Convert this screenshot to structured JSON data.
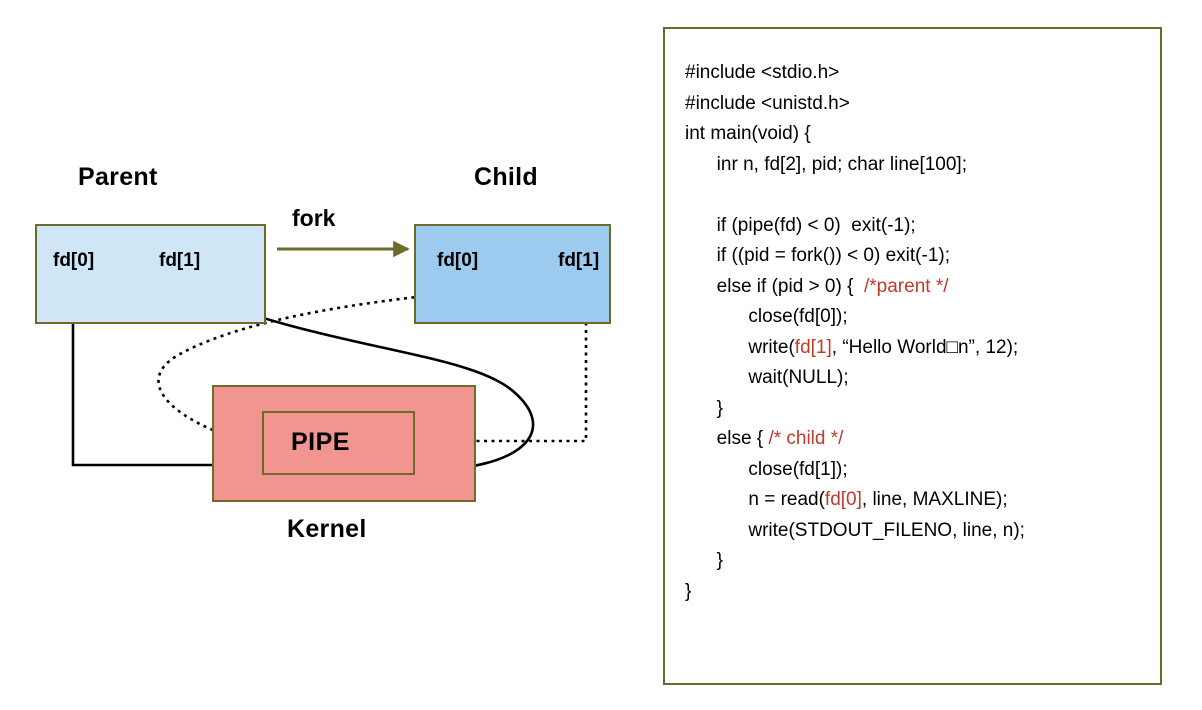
{
  "diagram": {
    "parent": {
      "title": "Parent",
      "fd0": "fd[0]",
      "fd1": "fd[1]",
      "fill": "#cfe6f7",
      "stroke": "#6e6b28"
    },
    "child": {
      "title": "Child",
      "fd0": "fd[0]",
      "fd1": "fd[1]",
      "fill": "#9dcbf0",
      "stroke": "#6e6b28"
    },
    "fork_label": "fork",
    "fork_arrow_color": "#6e6b28",
    "kernel": {
      "title": "Kernel",
      "fill": "#f2948f",
      "stroke": "#6e6b28"
    },
    "pipe": {
      "label": "PIPE",
      "fill": "#f2948f",
      "stroke": "#6e6b28"
    },
    "arrows": [
      {
        "name": "pipe-to-parent-fd0",
        "style": "solid",
        "color": "#000000"
      },
      {
        "name": "parent-fd1-to-pipe",
        "style": "solid",
        "color": "#000000"
      },
      {
        "name": "pipe-to-child-fd0",
        "style": "dotted",
        "color": "#000000"
      },
      {
        "name": "child-fd1-to-pipe",
        "style": "dotted",
        "color": "#000000"
      }
    ]
  },
  "code": {
    "border_color": "#6e6b28",
    "comment_color": "#c0392b",
    "text_color": "#000000",
    "lines": [
      [
        {
          "t": "#include <stdio.h>"
        }
      ],
      [
        {
          "t": "#include <unistd.h>"
        }
      ],
      [
        {
          "t": "int main(void) {"
        }
      ],
      [
        {
          "t": "      inr n, fd[2], pid; char line[100];"
        }
      ],
      [
        {
          "t": ""
        }
      ],
      [
        {
          "t": "      if (pipe(fd) < 0)  exit(-1);"
        }
      ],
      [
        {
          "t": "      if ((pid = fork()) < 0) exit(-1);"
        }
      ],
      [
        {
          "t": "      else if (pid > 0) {  "
        },
        {
          "t": "/*parent */",
          "c": "cmt"
        }
      ],
      [
        {
          "t": "            close(fd[0]);"
        }
      ],
      [
        {
          "t": "            write("
        },
        {
          "t": "fd[1]",
          "c": "fdr"
        },
        {
          "t": ", “Hello World□n”, 12);"
        }
      ],
      [
        {
          "t": "            wait(NULL);"
        }
      ],
      [
        {
          "t": "      }"
        }
      ],
      [
        {
          "t": "      else { "
        },
        {
          "t": "/* child */",
          "c": "cmt"
        }
      ],
      [
        {
          "t": "            close(fd[1]);"
        }
      ],
      [
        {
          "t": "            n = read("
        },
        {
          "t": "fd[0]",
          "c": "fdr"
        },
        {
          "t": ", line, MAXLINE);"
        }
      ],
      [
        {
          "t": "            write(STDOUT_FILENO, line, n);"
        }
      ],
      [
        {
          "t": "      }"
        }
      ],
      [
        {
          "t": "}"
        }
      ]
    ]
  }
}
